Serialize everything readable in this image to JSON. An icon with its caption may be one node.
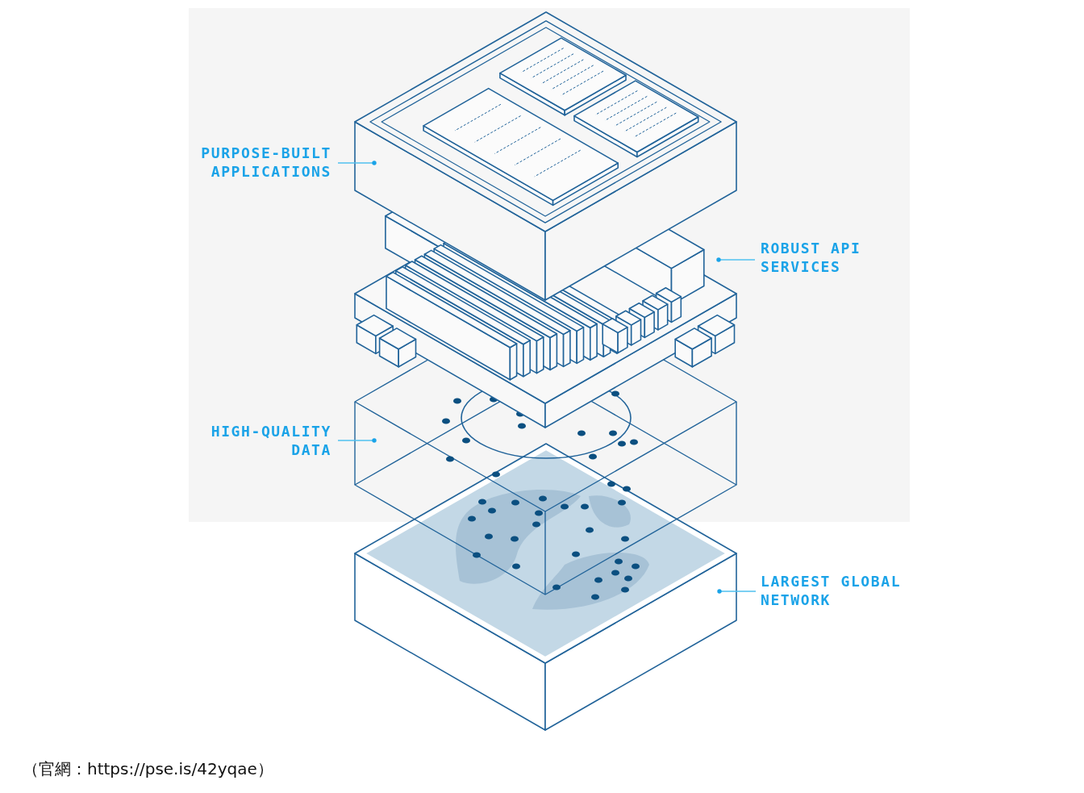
{
  "diagram": {
    "caption": "（官網：https://pse.is/42yqae）",
    "nodes": [
      {
        "text": [
          "PURPOSE-BUILT APPLICATIONS"
        ]
      },
      {
        "text": [],
        "shape": "box"
      },
      {
        "text": [
          "ROBUST API SERVICES"
        ]
      },
      {
        "text": [],
        "shape": "box"
      },
      {
        "text": [
          "HIGH-QUALITY DATA"
        ]
      },
      {
        "text": [],
        "shape": "box"
      },
      {
        "text": [
          "LARGEST GLOBAL NETWORK"
        ]
      },
      {
        "text": [],
        "shape": "box"
      }
    ],
    "edges": [
      {
        "from": 0,
        "to": 1,
        "arrow": "other"
      },
      {
        "from": 2,
        "to": 3,
        "arrow": "other"
      },
      {
        "from": 4,
        "to": 5,
        "arrow": "other"
      },
      {
        "from": 6,
        "to": 7,
        "arrow": "other"
      }
    ]
  }
}
